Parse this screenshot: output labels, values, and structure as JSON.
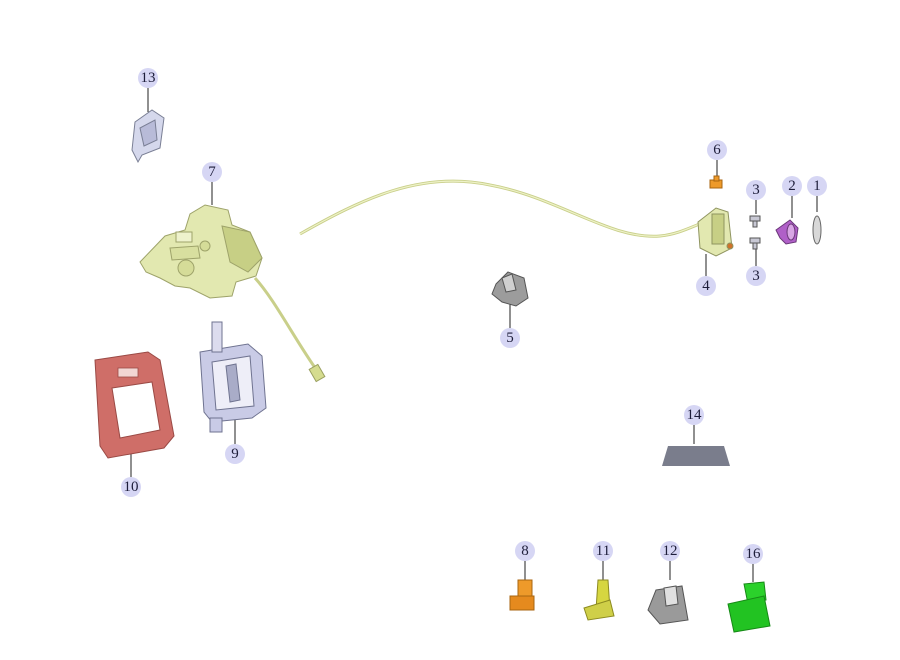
{
  "diagram": {
    "type": "exploded-parts",
    "callouts": [
      "1",
      "2",
      "3",
      "3",
      "4",
      "5",
      "6",
      "7",
      "8",
      "9",
      "10",
      "11",
      "12",
      "13",
      "14",
      "16"
    ],
    "colors": {
      "callout_bg": "#d6d6f4",
      "callout_text": "#1d1d3a",
      "latch_assembly": "#e2e8b0",
      "cable": "#e4e9b8",
      "bezel": "#cf6e68",
      "handle_housing": "#c9cbe6",
      "orange_clip": "#ee9a2a",
      "green_clip": "#2bd12b",
      "yellow_clip": "#d6d640",
      "grey_clip": "#9a9a9a",
      "pad": "#7a7d8c",
      "violet_part": "#b060c8"
    }
  }
}
